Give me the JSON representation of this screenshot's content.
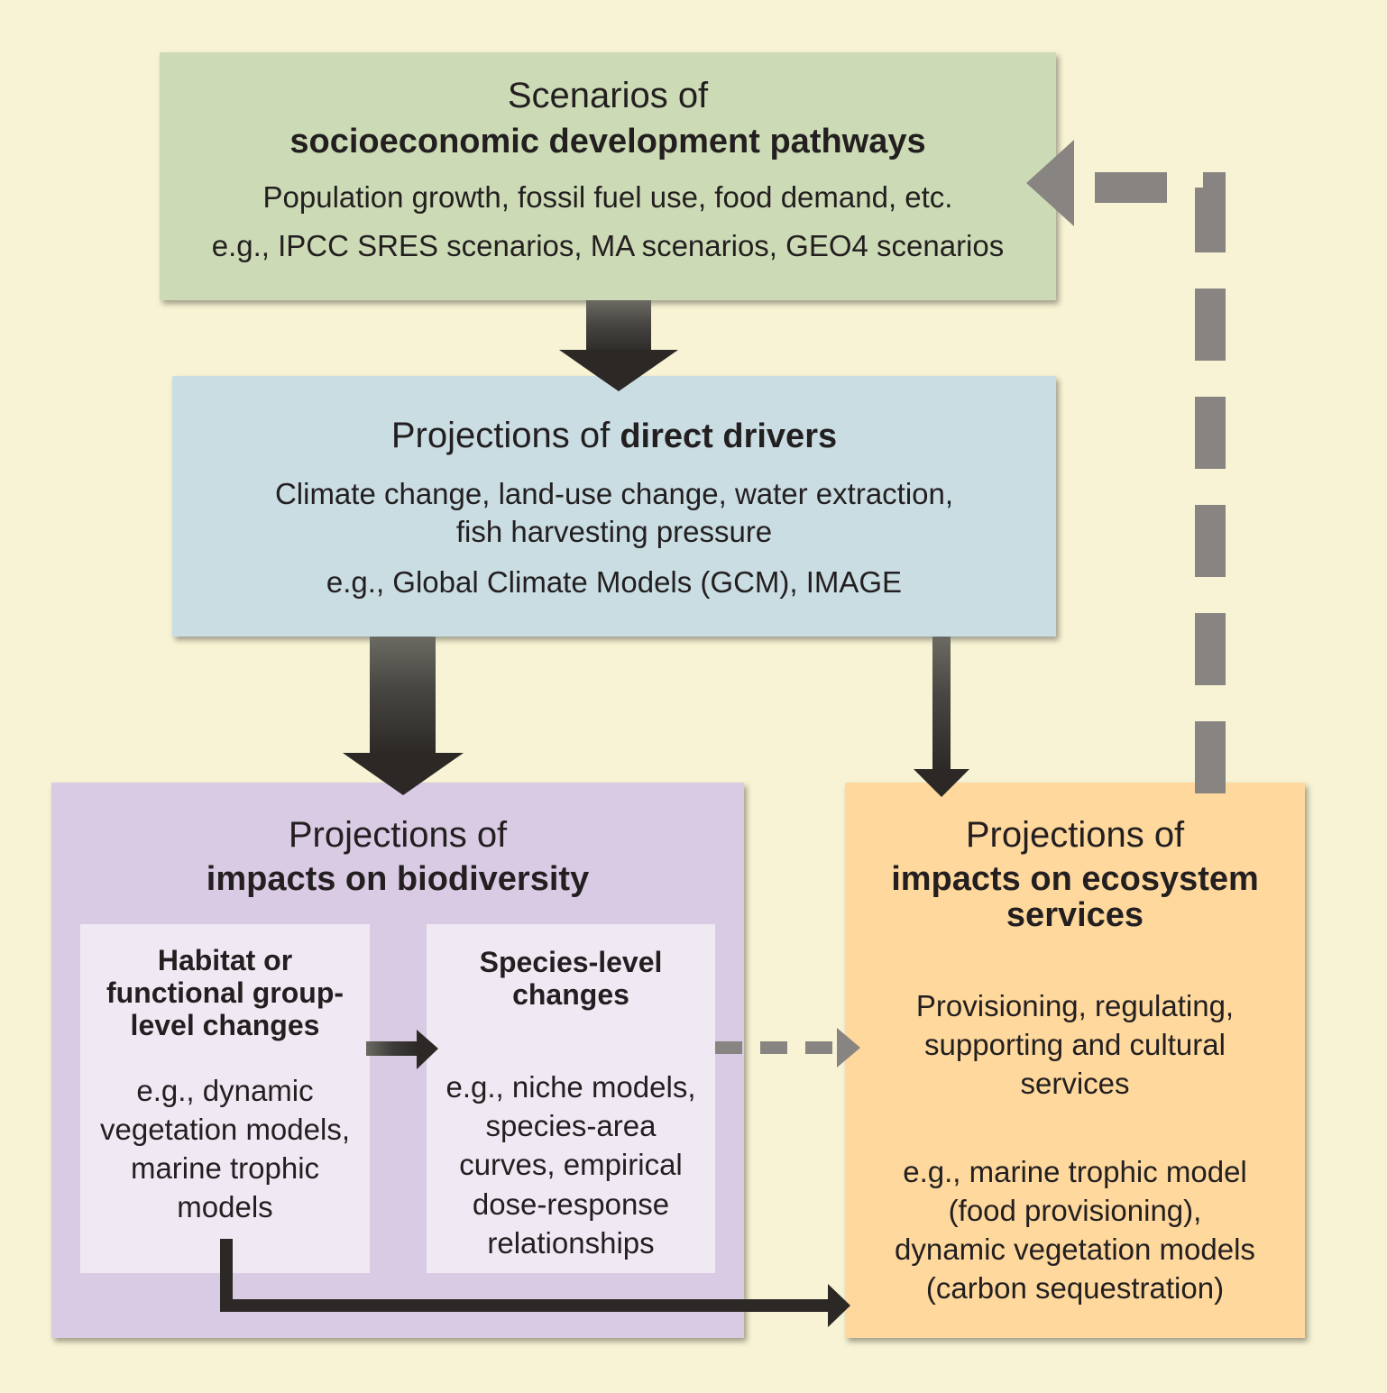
{
  "colors": {
    "background": "#f7f3d4",
    "socioeconomic_box": "#ccdbb5",
    "drivers_box": "#c9dde3",
    "biodiversity_box": "#d9cbe4",
    "biodiversity_inner": "#efe9f3",
    "ecosystem_box": "#fed89c",
    "arrow_dark": "#2b2826",
    "arrow_dashed": "#888481"
  },
  "socioeconomic": {
    "prefix": "Scenarios of",
    "title": "socioeconomic development pathways",
    "line1": "Population growth, fossil fuel use, food demand, etc.",
    "line2": "e.g., IPCC SRES scenarios, MA scenarios, GEO4 scenarios"
  },
  "drivers": {
    "prefix": "Projections of",
    "title": "direct drivers",
    "line1": "Climate change, land-use change, water extraction,",
    "line2": "fish harvesting pressure",
    "line3": "e.g., Global Climate Models (GCM), IMAGE"
  },
  "biodiversity": {
    "prefix": "Projections of",
    "title": "impacts on biodiversity",
    "habitat": {
      "title": [
        "Habitat or",
        "functional group-",
        "level changes"
      ],
      "examples": [
        "e.g., dynamic",
        "vegetation models,",
        "marine trophic",
        "models"
      ]
    },
    "species": {
      "title": [
        "Species-level",
        "changes"
      ],
      "examples": [
        "e.g., niche models,",
        "species-area",
        "curves, empirical",
        "dose-response",
        "relationships"
      ]
    }
  },
  "ecosystem": {
    "prefix": "Projections of",
    "title": [
      "impacts on ecosystem",
      "services"
    ],
    "services": [
      "Provisioning, regulating,",
      "supporting and cultural",
      "services"
    ],
    "examples": [
      "e.g., marine trophic model",
      "(food provisioning),",
      "dynamic vegetation models",
      "(carbon sequestration)"
    ]
  }
}
